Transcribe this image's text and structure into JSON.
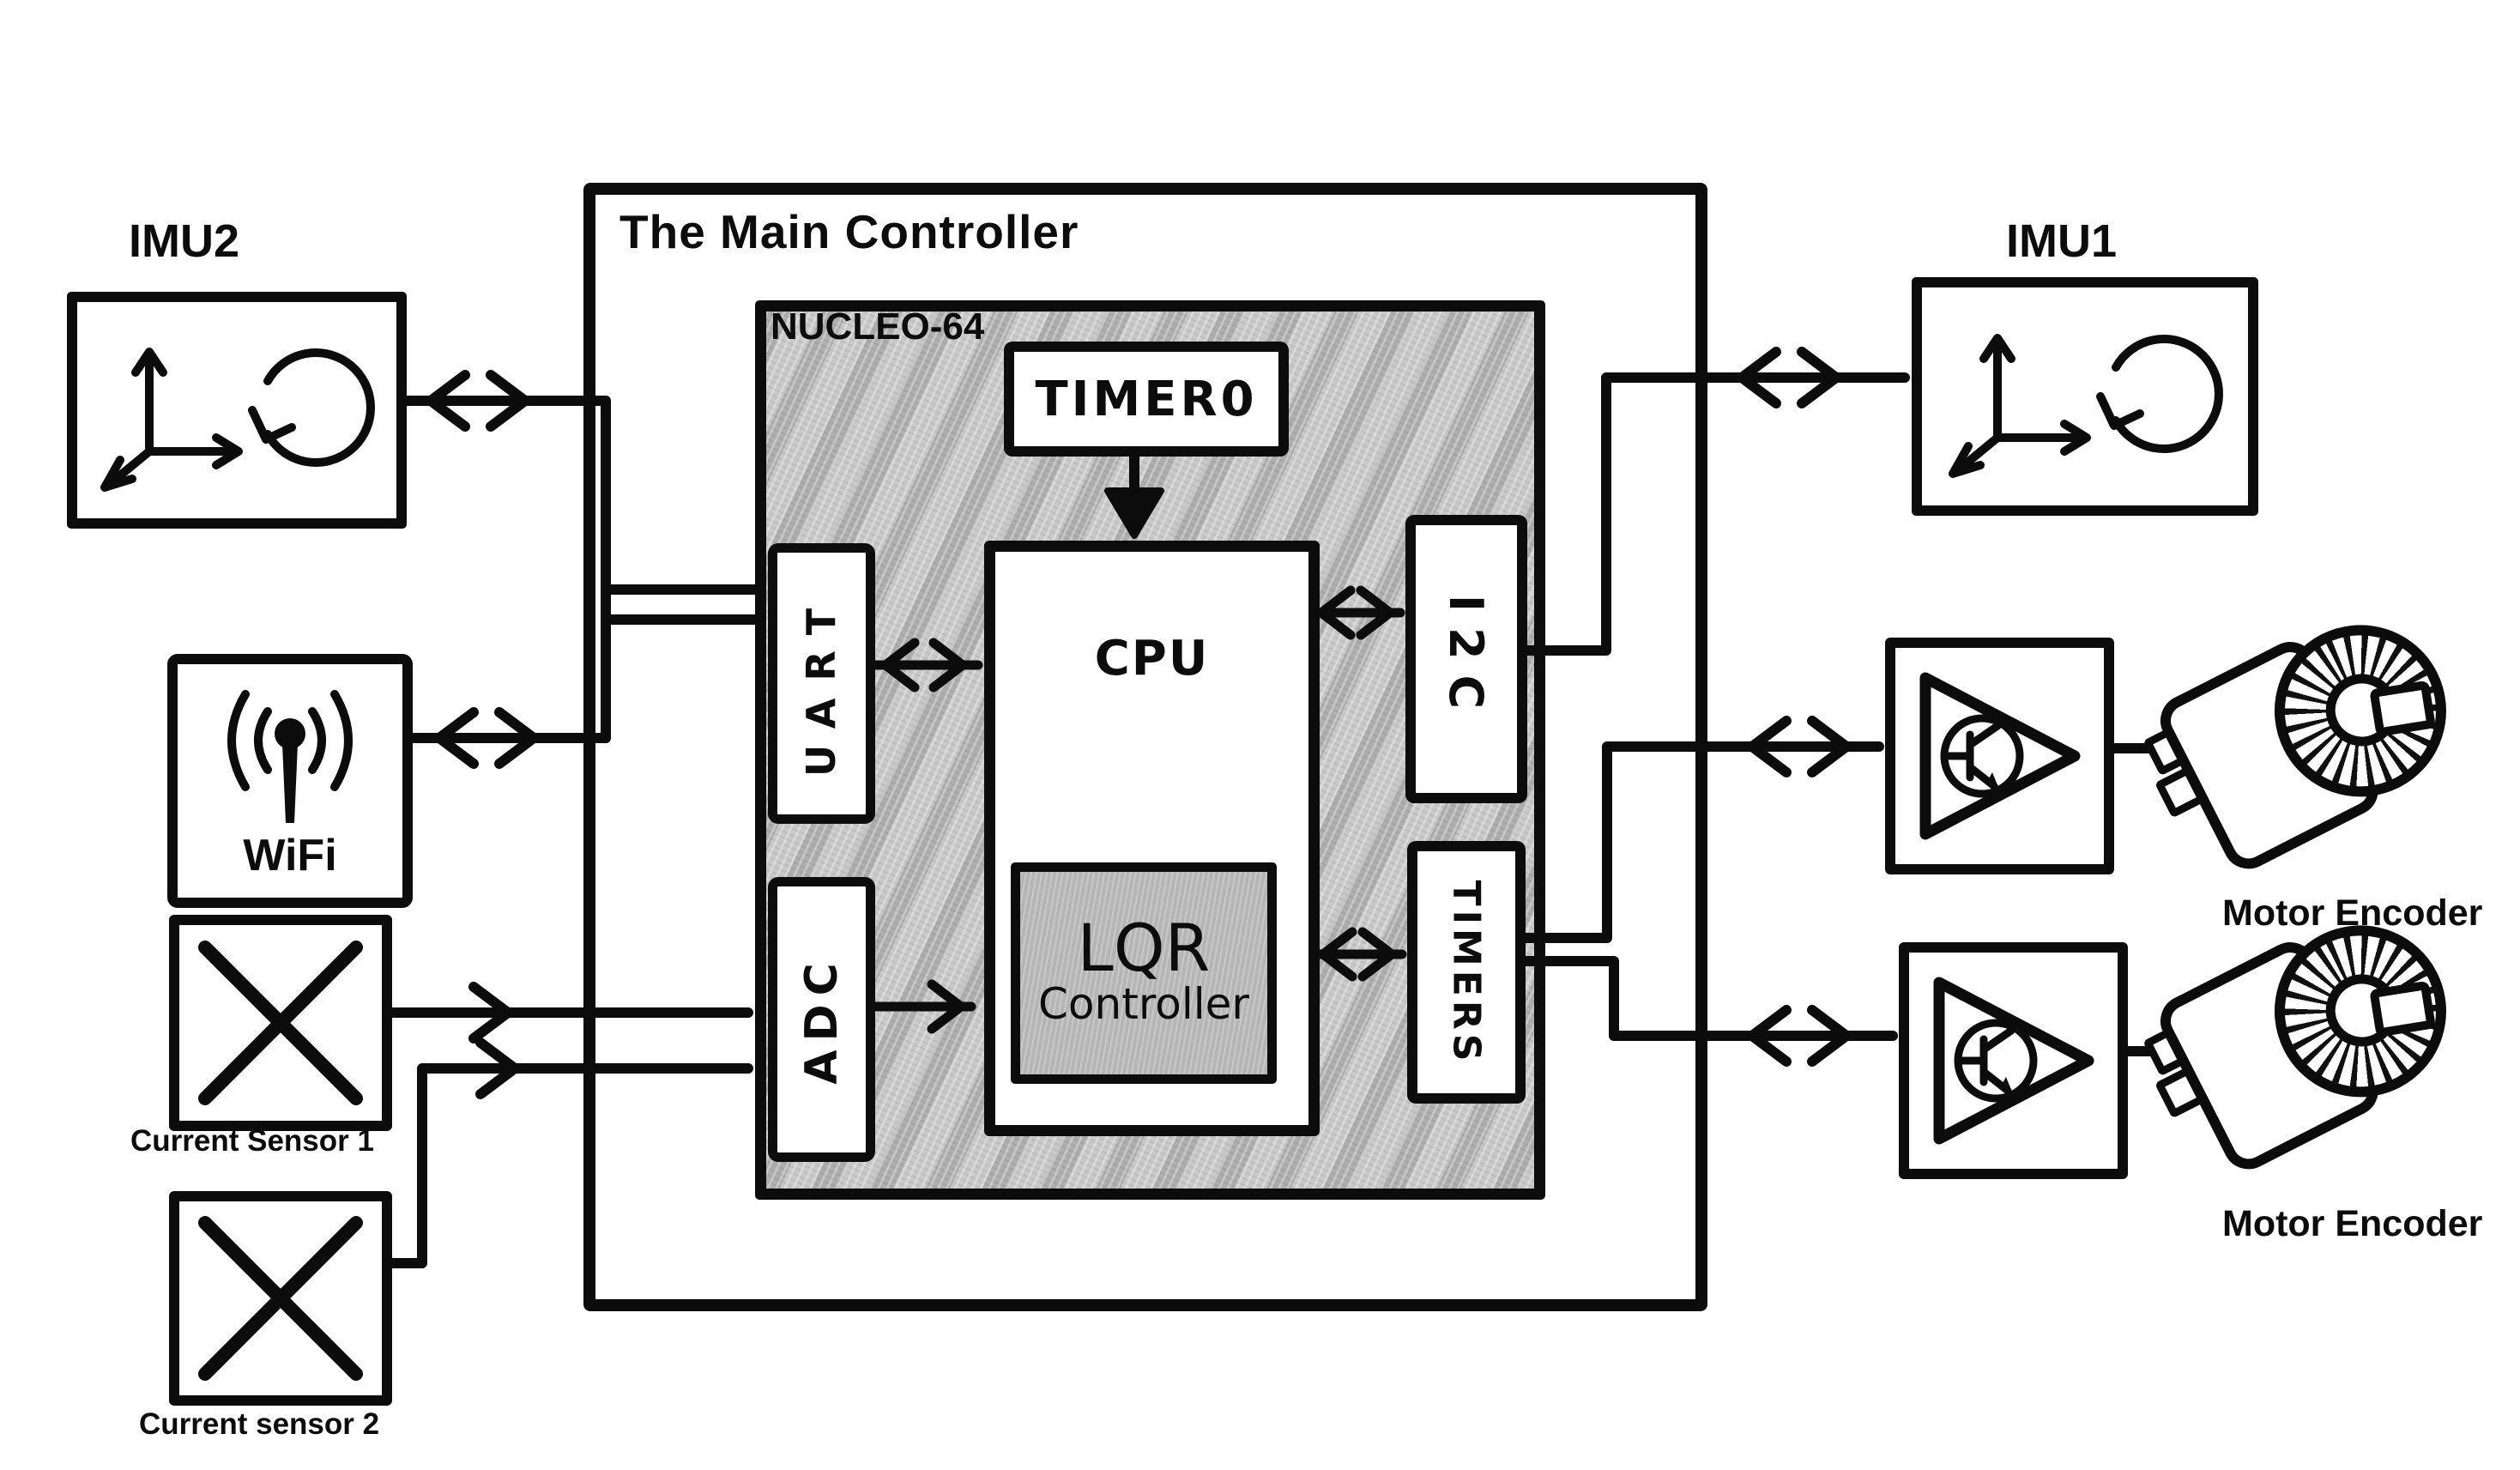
{
  "title": "The Main Controller",
  "board": {
    "name": "NUCLEO-64",
    "timer0": "TIMER0",
    "cpu": "CPU",
    "lqr_title": "LQR",
    "lqr_subtitle": "Controller",
    "uart": "UART",
    "adc": "ADC",
    "i2c": "I2C",
    "timers": "TIMERS"
  },
  "peripherals": {
    "imu2": "IMU2",
    "wifi": "WiFi",
    "current_sensor_1": "Current Sensor 1",
    "current_sensor_2": "Current sensor 2",
    "imu1": "IMU1",
    "motor_encoder_1": "Motor Encoder",
    "motor_encoder_2": "Motor Encoder"
  },
  "connections": [
    {
      "from": "IMU2",
      "to": "UART",
      "style": "bidirectional"
    },
    {
      "from": "WiFi",
      "to": "UART",
      "style": "bidirectional"
    },
    {
      "from": "Current Sensor 1",
      "to": "ADC",
      "style": "into-controller"
    },
    {
      "from": "Current sensor 2",
      "to": "ADC",
      "style": "into-controller"
    },
    {
      "from": "TIMER0",
      "to": "CPU",
      "style": "down-arrow"
    },
    {
      "from": "UART",
      "to": "CPU",
      "style": "bidirectional"
    },
    {
      "from": "ADC",
      "to": "LQR Controller",
      "style": "into-cpu"
    },
    {
      "from": "CPU",
      "to": "I2C",
      "style": "bidirectional"
    },
    {
      "from": "CPU",
      "to": "TIMERS",
      "style": "bidirectional"
    },
    {
      "from": "I2C",
      "to": "IMU1",
      "style": "bidirectional"
    },
    {
      "from": "TIMERS",
      "to": "Motor Encoder 1",
      "style": "bidirectional"
    },
    {
      "from": "TIMERS",
      "to": "Motor Encoder 2",
      "style": "bidirectional"
    }
  ],
  "colors": {
    "ink": "#0c0c0c",
    "board_fill": "#c7c7c7",
    "lqr_fill": "#b5b5b5",
    "background": "#ffffff"
  }
}
